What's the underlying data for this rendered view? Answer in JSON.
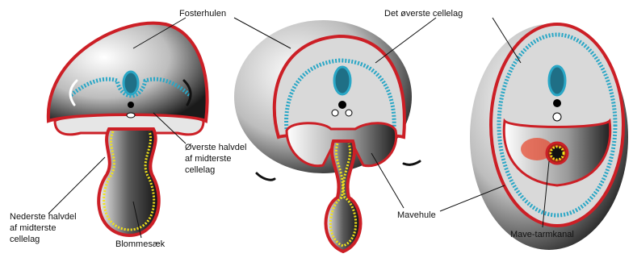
{
  "labels": {
    "fosterhulen": "Fosterhulen",
    "det_overste_cellelag": "Det øverste cellelag",
    "overste_halvdel_line1": "Øverste halvdel",
    "overste_halvdel_line2": "af midterste",
    "overste_halvdel_line3": "cellelag",
    "nederste_halvdel_line1": "Nederste halvdel",
    "nederste_halvdel_line2": "af midterste",
    "nederste_halvdel_line3": "cellelag",
    "blommesaek": "Blommesæk",
    "mavehule": "Mavehule",
    "mave_tarmkanal": "Mave-tarmkanal"
  },
  "colors": {
    "outer_layer": "#cc1f26",
    "ectoderm": "#2aa7c6",
    "endoderm": "#f2e21a",
    "shading_dark": "#1a1a1a",
    "shading_light": "#ffffff",
    "gut_glow": "#e8442a",
    "label_text": "#111111"
  }
}
